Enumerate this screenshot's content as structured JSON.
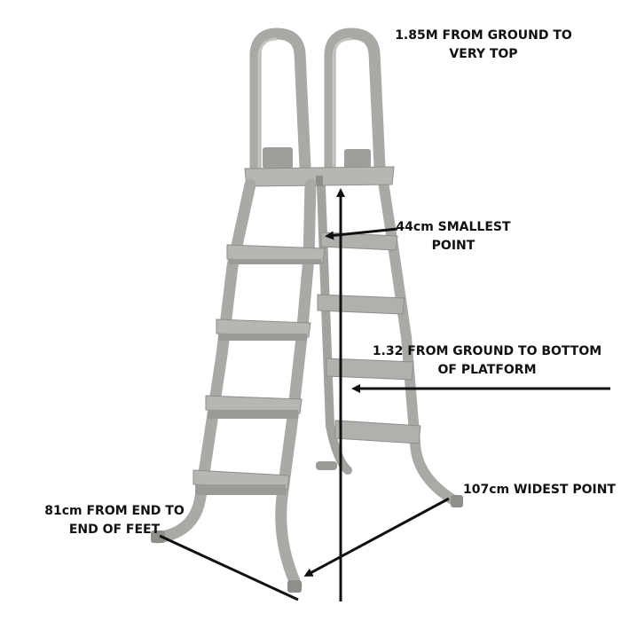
{
  "annotations": {
    "overall_height": {
      "line1": "1.85M FROM GROUND TO",
      "line2": "VERY TOP"
    },
    "smallest_point": {
      "line1": "44cm SMALLEST",
      "line2": "POINT"
    },
    "platform_height": {
      "line1": "1.32 FROM GROUND TO BOTTOM",
      "line2": "OF PLATFORM"
    },
    "widest_point": {
      "line1": "107cm WIDEST POINT"
    },
    "feet_span": {
      "line1": "81cm FROM END TO",
      "line2": "END OF FEET"
    }
  },
  "colors": {
    "ladder_body": "#a9aaa6",
    "ladder_shade": "#8e8f8b",
    "ladder_light": "#c4c5c1",
    "arrow": "#111111"
  },
  "icons": {
    "product": "pool-ladder-illustration",
    "arrows": "dimension-arrow-icon"
  }
}
